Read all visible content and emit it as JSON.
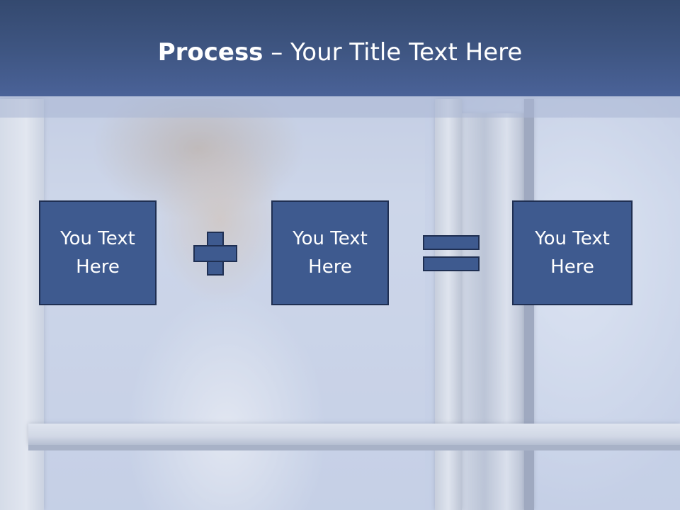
{
  "slide": {
    "title": {
      "bold": "Process",
      "rest": " – Your Title Text Here"
    },
    "boxes": [
      {
        "line1": "You Text",
        "line2": "Here"
      },
      {
        "line1": "You Text",
        "line2": "Here"
      },
      {
        "line1": "You Text",
        "line2": "Here"
      }
    ],
    "operators": [
      "plus-icon",
      "equals-icon"
    ],
    "colors": {
      "title_band": "#3f5683",
      "box_fill": "#3e5a8f",
      "box_border": "#1f2f52",
      "text": "#ffffff"
    }
  }
}
